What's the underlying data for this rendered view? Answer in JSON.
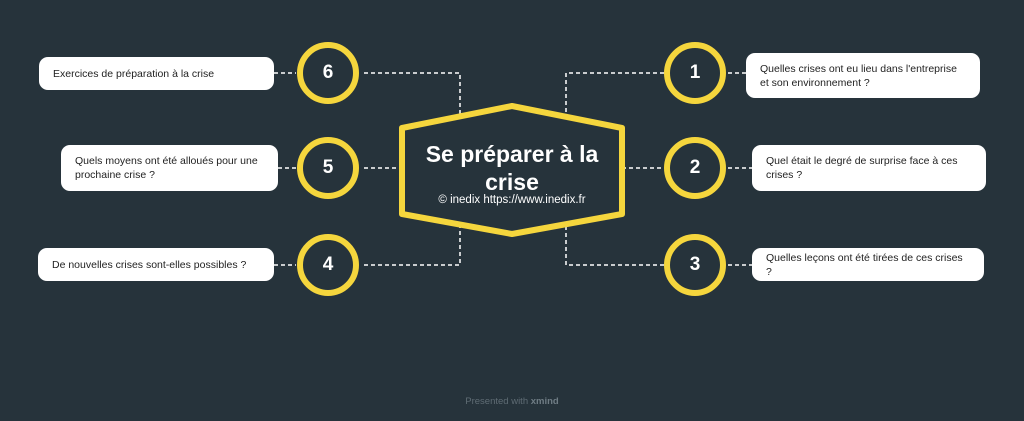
{
  "center": {
    "title": "Se préparer à la crise",
    "watermark": "© inedix https://www.inedix.fr"
  },
  "topics": [
    {
      "number": "1",
      "text": "Quelles crises ont eu lieu dans l'entreprise et son environnement ?"
    },
    {
      "number": "2",
      "text": "Quel était le degré de surprise face à ces crises ?"
    },
    {
      "number": "3",
      "text": "Quelles leçons ont été tirées de ces crises ?"
    },
    {
      "number": "4",
      "text": "De nouvelles crises sont-elles possibles ?"
    },
    {
      "number": "5",
      "text": "Quels moyens ont été alloués pour une prochaine crise ?"
    },
    {
      "number": "6",
      "text": "Exercices de préparation à la crise"
    }
  ],
  "footer": {
    "prefix": "Presented with",
    "brand": "xmind"
  },
  "colors": {
    "background": "#26333b",
    "accent": "#f5d63d",
    "card": "#ffffff",
    "connector": "#ffffff"
  }
}
